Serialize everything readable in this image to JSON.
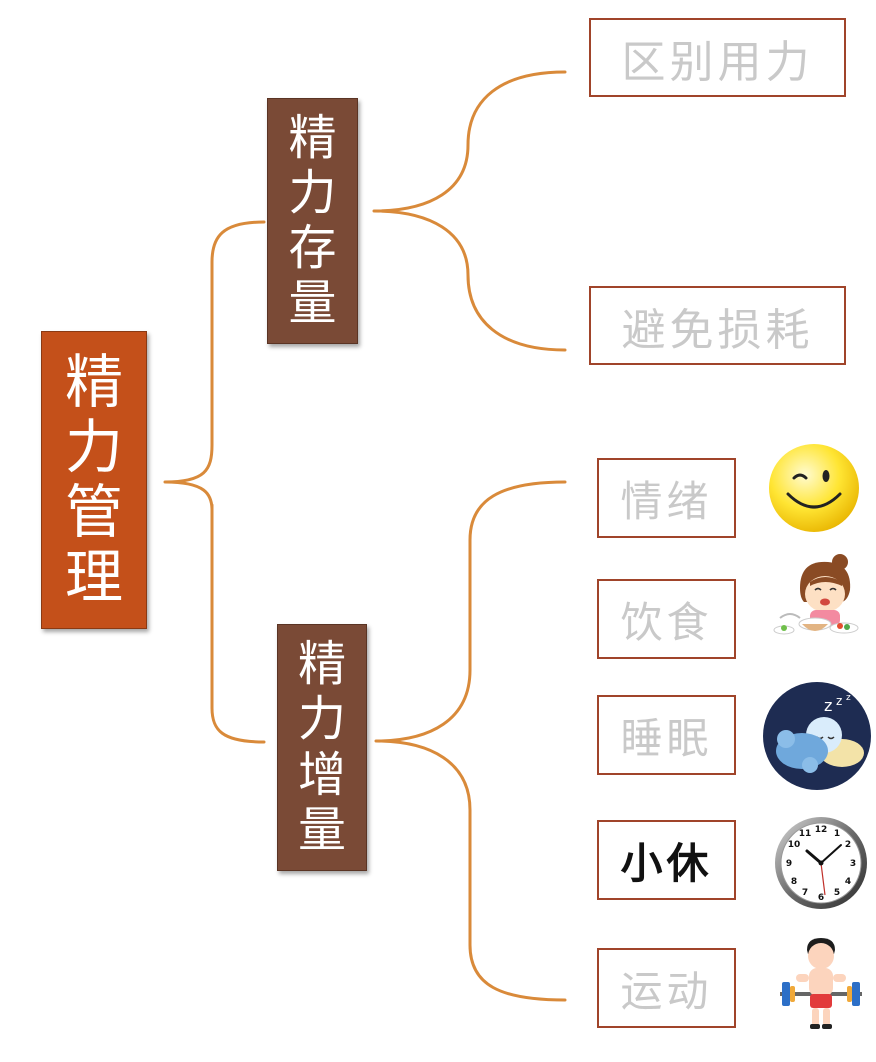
{
  "root": {
    "label": "精力管理"
  },
  "branches": [
    {
      "label": "精力存量",
      "children": [
        "区别用力",
        "避免损耗"
      ]
    },
    {
      "label": "精力增量",
      "children": [
        "情绪",
        "饮食",
        "睡眠",
        "小休",
        "运动"
      ]
    }
  ],
  "icons": {
    "emotion": "smiley-face-icon",
    "diet": "eating-girl-icon",
    "sleep": "sleeping-baby-icon",
    "rest": "wall-clock-icon",
    "exercise": "weightlifter-icon"
  },
  "colors": {
    "root": "#c4501a",
    "branch": "#7a4a36",
    "connector": "#d98a3a",
    "leaf_border": "#a0442a",
    "leaf_text": "#c9c9c9",
    "leaf_text_highlight": "#111111"
  },
  "highlighted_leaf": "小休"
}
